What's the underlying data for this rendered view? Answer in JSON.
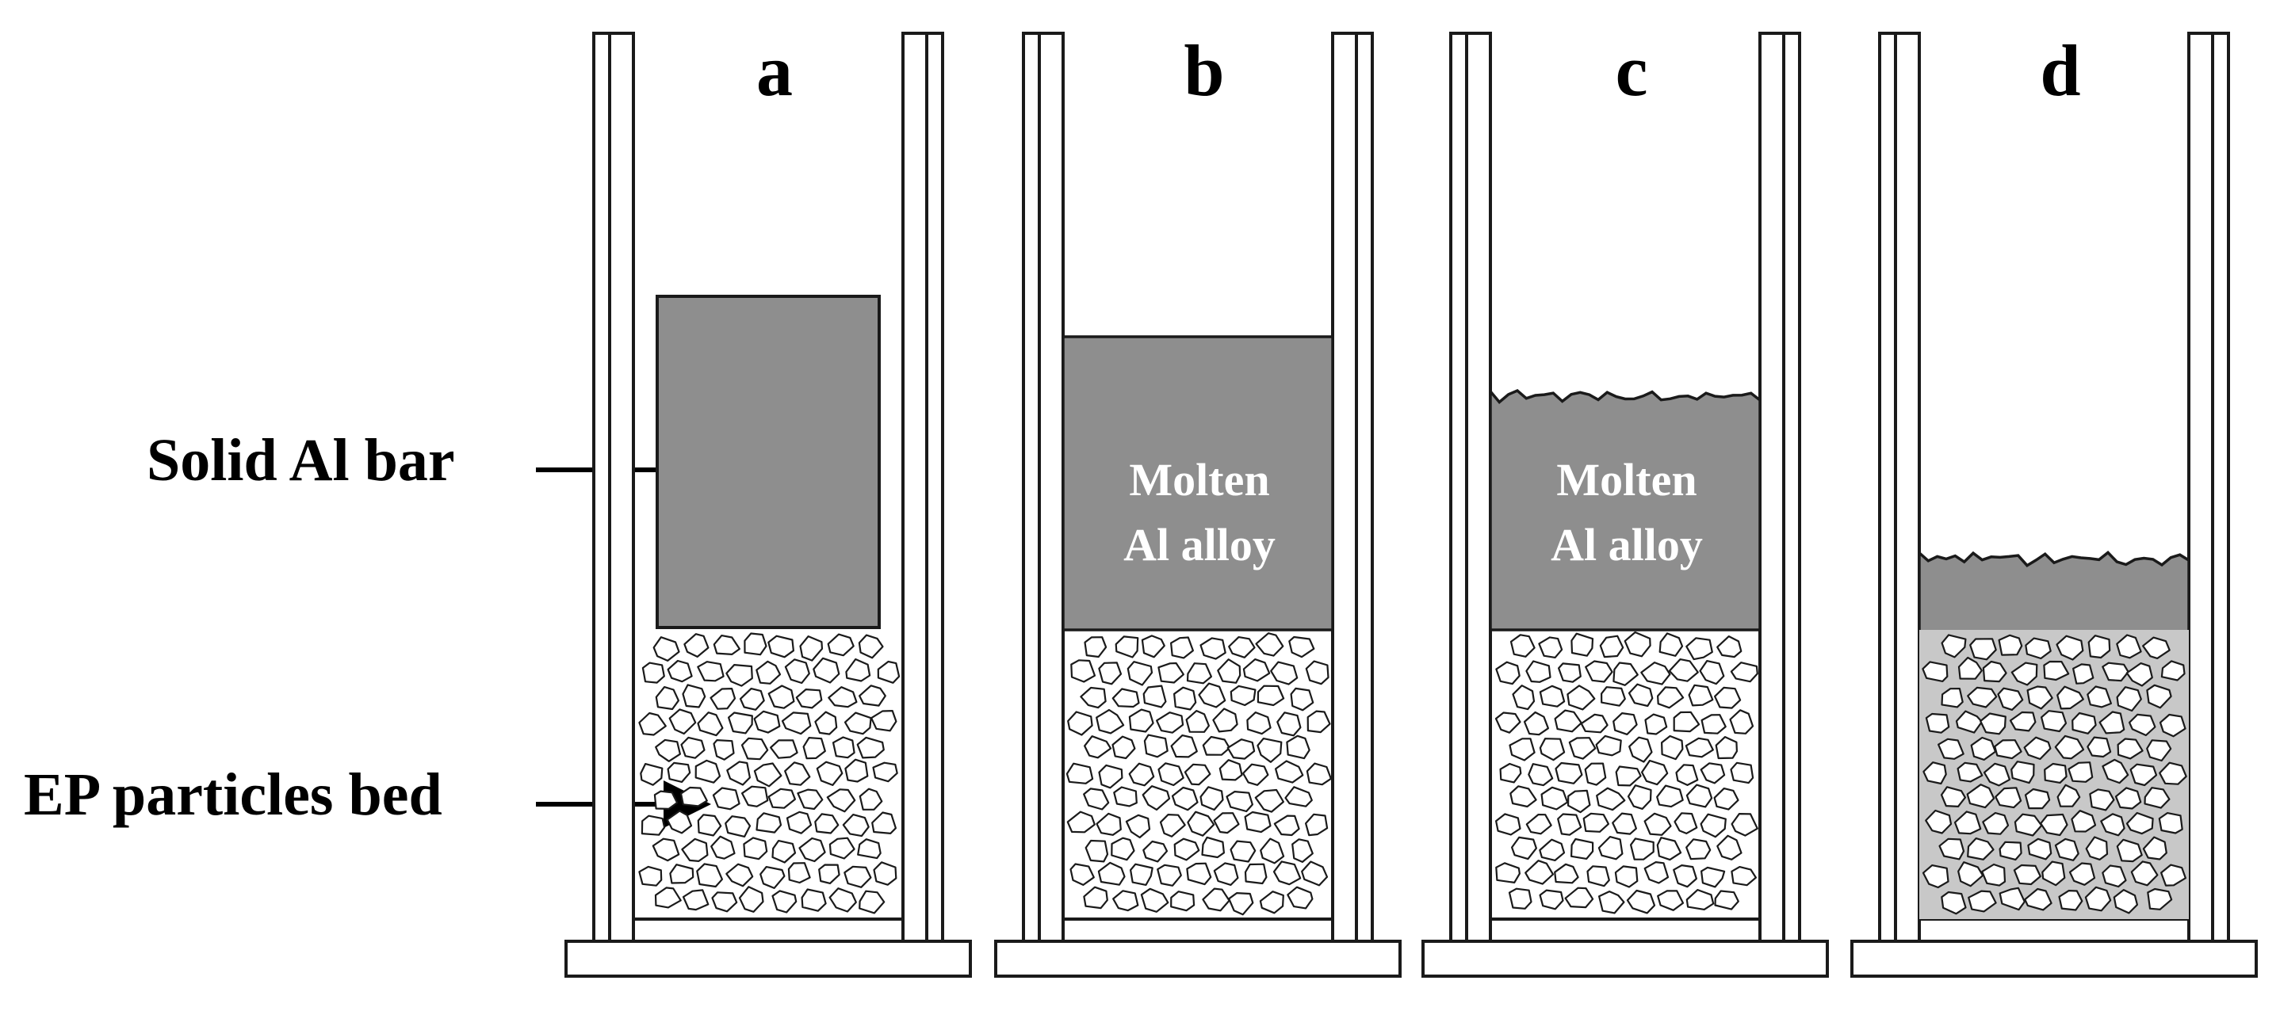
{
  "figure": {
    "panels": [
      {
        "letter": "a",
        "content": "solid-bar-on-bed",
        "label_lines": []
      },
      {
        "letter": "b",
        "content": "molten-flat",
        "label_lines": [
          "Molten",
          "Al alloy"
        ]
      },
      {
        "letter": "c",
        "content": "molten-wavy",
        "label_lines": [
          "Molten",
          "Al alloy"
        ]
      },
      {
        "letter": "d",
        "content": "molten-infiltrated",
        "label_lines": []
      }
    ],
    "labels": {
      "solid_bar": "Solid Al bar",
      "particles_bed": "EP particles bed"
    },
    "colors": {
      "metal": "#8e8e8e",
      "outline": "#1a1a1a",
      "particle_fill": "#ffffff",
      "background": "#ffffff"
    }
  }
}
